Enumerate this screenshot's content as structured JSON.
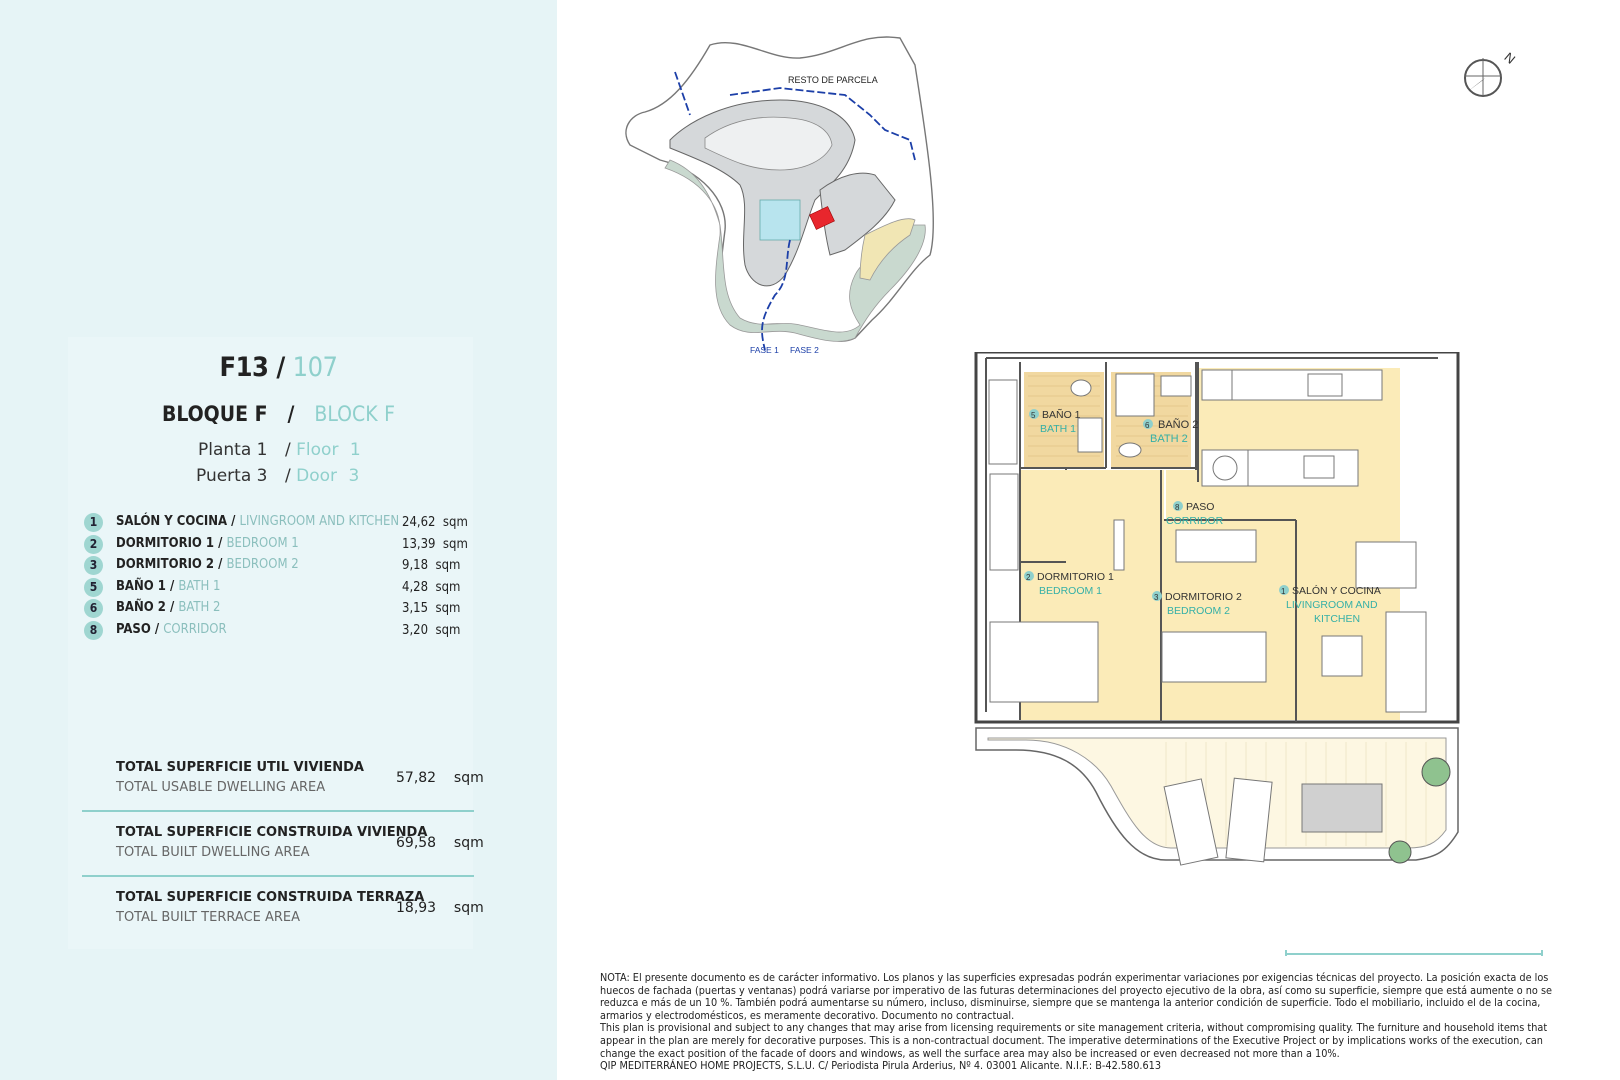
{
  "unit": {
    "code": "F13",
    "number": "107",
    "block_es": "BLOQUE",
    "block_en": "BLOCK",
    "block_letter": "F",
    "floor_es": "Planta 1",
    "floor_en": "Floor",
    "floor_num": "1",
    "door_es": "Puerta 3",
    "door_en": "Door",
    "door_num": "3"
  },
  "rooms": [
    {
      "num": "1",
      "es": "SALÓN Y COCINA /",
      "en": "LIVINGROOM AND KITCHEN",
      "area": "24,62",
      "unit": "sqm"
    },
    {
      "num": "2",
      "es": "DORMITORIO 1 /",
      "en": "BEDROOM 1",
      "area": "13,39",
      "unit": "sqm"
    },
    {
      "num": "3",
      "es": "DORMITORIO 2 /",
      "en": "BEDROOM 2",
      "area": "9,18",
      "unit": "sqm"
    },
    {
      "num": "5",
      "es": "BAÑO 1 /",
      "en": "BATH 1",
      "area": "4,28",
      "unit": "sqm"
    },
    {
      "num": "6",
      "es": "BAÑO 2 /",
      "en": "BATH 2",
      "area": "3,15",
      "unit": "sqm"
    },
    {
      "num": "8",
      "es": "PASO /",
      "en": "CORRIDOR",
      "area": "3,20",
      "unit": "sqm"
    }
  ],
  "totals": [
    {
      "es": "TOTAL SUPERFICIE UTIL VIVIENDA",
      "en": "TOTAL USABLE DWELLING AREA",
      "area": "57,82",
      "unit": "sqm"
    },
    {
      "es": "TOTAL SUPERFICIE CONSTRUIDA VIVIENDA",
      "en": "TOTAL BUILT DWELLING AREA",
      "area": "69,58",
      "unit": "sqm"
    },
    {
      "es": "TOTAL SUPERFICIE CONSTRUIDA TERRAZA",
      "en": "TOTAL BUILT TERRACE AREA",
      "area": "18,93",
      "unit": "sqm"
    }
  ],
  "site_plan": {
    "label_rest": "RESTO DE PARCELA",
    "phase1": "FASE 1",
    "phase2": "FASE 2",
    "highlight_color": "#e8262d"
  },
  "floorplan": {
    "labels": {
      "bath1_es": "BAÑO 1",
      "bath1_en": "BATH 1",
      "bath1_num": "5",
      "bath2_es": "BAÑO 2",
      "bath2_en": "BATH 2",
      "bath2_num": "6",
      "corridor_es": "PASO",
      "corridor_en": "CORRIDOR",
      "corridor_num": "8",
      "bed1_es": "DORMITORIO 1",
      "bed1_en": "BEDROOM 1",
      "bed1_num": "2",
      "bed2_es": "DORMITORIO 2",
      "bed2_en": "BEDROOM 2",
      "bed2_num": "3",
      "living_es": "SALÓN Y COCINA",
      "living_en1": "LIVINGROOM AND",
      "living_en2": "KITCHEN",
      "living_num": "1"
    },
    "room_color": "#fbebb8",
    "accent_color": "#8fd0cc"
  },
  "compass_letter": "N",
  "disclaimer": {
    "es": "NOTA: El presente documento es de carácter informativo. Los planos y las superficies expresadas podrán experimentar variaciones por exigencias técnicas del proyecto. La posición exacta de los huecos de fachada (puertas y ventanas) podrá variarse por imperativo de las futuras determinaciones del proyecto ejecutivo de la obra, así como su superficie, siempre que está aumente o no se reduzca e más de un 10 %. También podrá aumentarse su número, incluso, disminuirse, siempre que se mantenga la anterior condición de superficie. Todo el mobiliario, incluido el de la cocina, armarios y electrodomésticos, es meramente decorativo. Documento no contractual.",
    "en": "This plan is provisional and subject to any changes that may arise from licensing requirements or site management criteria, without compromising quality. The furniture and household items that appear in the plan are merely for decorative purposes. This is a non-contractual document. The imperative determinations of the Executive Project or by implications works of the execution, can change the exact position of the facade of doors and windows, as well the surface area may also be increased or even decreased not more than a 10%.",
    "company": "QIP MEDITERRÁNEO HOME PROJECTS, S.L.U. C/ Periodista Pirula Arderius, Nº 4. 03001 Alicante. N.I.F.: B-42.580.613"
  }
}
